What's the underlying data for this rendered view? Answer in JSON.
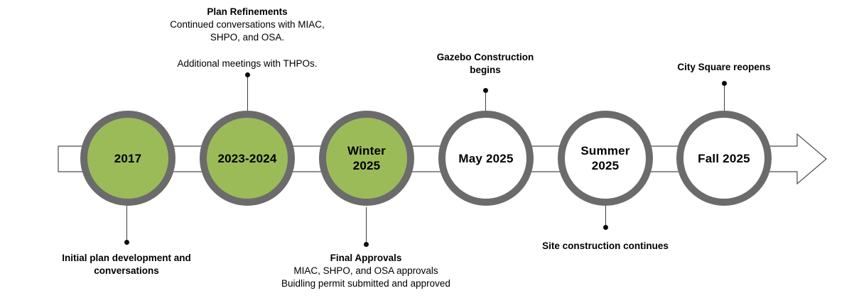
{
  "diagram": {
    "type": "timeline",
    "direction": "left-to-right",
    "colors": {
      "filled_node_fill": "#9BBB59",
      "node_ring": "#6B6B6B",
      "open_node_fill": "#FFFFFF",
      "arrow_fill": "#FFFFFF",
      "arrow_outline": "#4D4D4D",
      "connector": "#3F3F3F",
      "text": "#000000"
    },
    "milestones": [
      {
        "label_lines": [
          "2017"
        ],
        "filled": true,
        "annotations": [
          {
            "side": "below",
            "lines": [
              {
                "text": "Initial plan development and",
                "bold": true
              },
              {
                "text": "conversations",
                "bold": true
              }
            ]
          }
        ]
      },
      {
        "label_lines": [
          "2023-2024"
        ],
        "filled": true,
        "annotations": [
          {
            "side": "above",
            "lines": [
              {
                "text": "Plan Refinements",
                "bold": true
              },
              {
                "text": "Continued conversations with MIAC,",
                "bold": false
              },
              {
                "text": "SHPO, and OSA.",
                "bold": false
              }
            ]
          },
          {
            "side": "above",
            "lines": [
              {
                "text": "Additional meetings with THPOs.",
                "bold": false
              }
            ]
          }
        ]
      },
      {
        "label_lines": [
          "Winter",
          "2025"
        ],
        "filled": true,
        "annotations": [
          {
            "side": "below",
            "lines": [
              {
                "text": "Final Approvals",
                "bold": true
              },
              {
                "text": "MIAC, SHPO, and OSA approvals",
                "bold": false
              },
              {
                "text": "Buidling permit submitted and approved",
                "bold": false
              }
            ]
          }
        ]
      },
      {
        "label_lines": [
          "May 2025"
        ],
        "filled": false,
        "annotations": [
          {
            "side": "above",
            "lines": [
              {
                "text": "Gazebo Construction",
                "bold": true
              },
              {
                "text": "begins",
                "bold": true
              }
            ]
          }
        ]
      },
      {
        "label_lines": [
          "Summer",
          "2025"
        ],
        "filled": false,
        "annotations": [
          {
            "side": "below",
            "lines": [
              {
                "text": "Site construction continues",
                "bold": true
              }
            ]
          }
        ]
      },
      {
        "label_lines": [
          "Fall 2025"
        ],
        "filled": false,
        "annotations": [
          {
            "side": "above",
            "lines": [
              {
                "text": "City Square reopens",
                "bold": true
              }
            ]
          }
        ]
      }
    ]
  }
}
